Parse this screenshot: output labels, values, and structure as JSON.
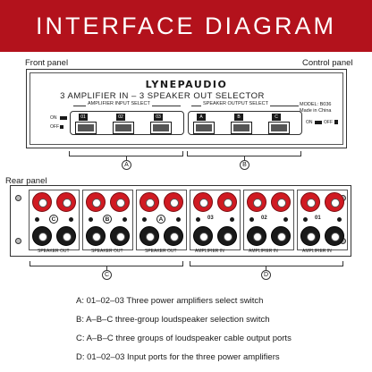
{
  "banner": {
    "title": "INTERFACE DIAGRAM",
    "color": "#b3121c"
  },
  "labels": {
    "front_panel": "Front panel",
    "control_panel": "Control panel",
    "rear_panel": "Rear panel"
  },
  "front": {
    "brand": "LYNEPAUDIO",
    "title": "3 AMPLIFIER IN – 3 SPEAKER OUT SELECTOR",
    "input_group_label": "AMPLIFIER INPUT SELECT",
    "output_group_label": "SPEAKER OUTPUT SELECT",
    "model_line1": "MODEL: B036",
    "model_line2": "Made in China",
    "on_label": "ON",
    "off_label": "OFF",
    "input_buttons": [
      "01",
      "02",
      "03"
    ],
    "output_buttons": [
      "A",
      "B",
      "C"
    ],
    "marker_input": "A",
    "marker_output": "B"
  },
  "rear": {
    "speaker_groups": [
      "C",
      "B",
      "A"
    ],
    "amp_groups": [
      "03",
      "02",
      "01"
    ],
    "speaker_port_label": "SPEAKER OUT",
    "amp_port_label": "AMPLIFIER IN",
    "marker_speaker": "C",
    "marker_amp": "D"
  },
  "legend": [
    "A: 01–02–03 Three power amplifiers select switch",
    "B: A–B–C three-group loudspeaker selection switch",
    "C: A–B–C three groups of loudspeaker cable output ports",
    "D: 01–02–03 Input ports for the three power amplifiers"
  ]
}
